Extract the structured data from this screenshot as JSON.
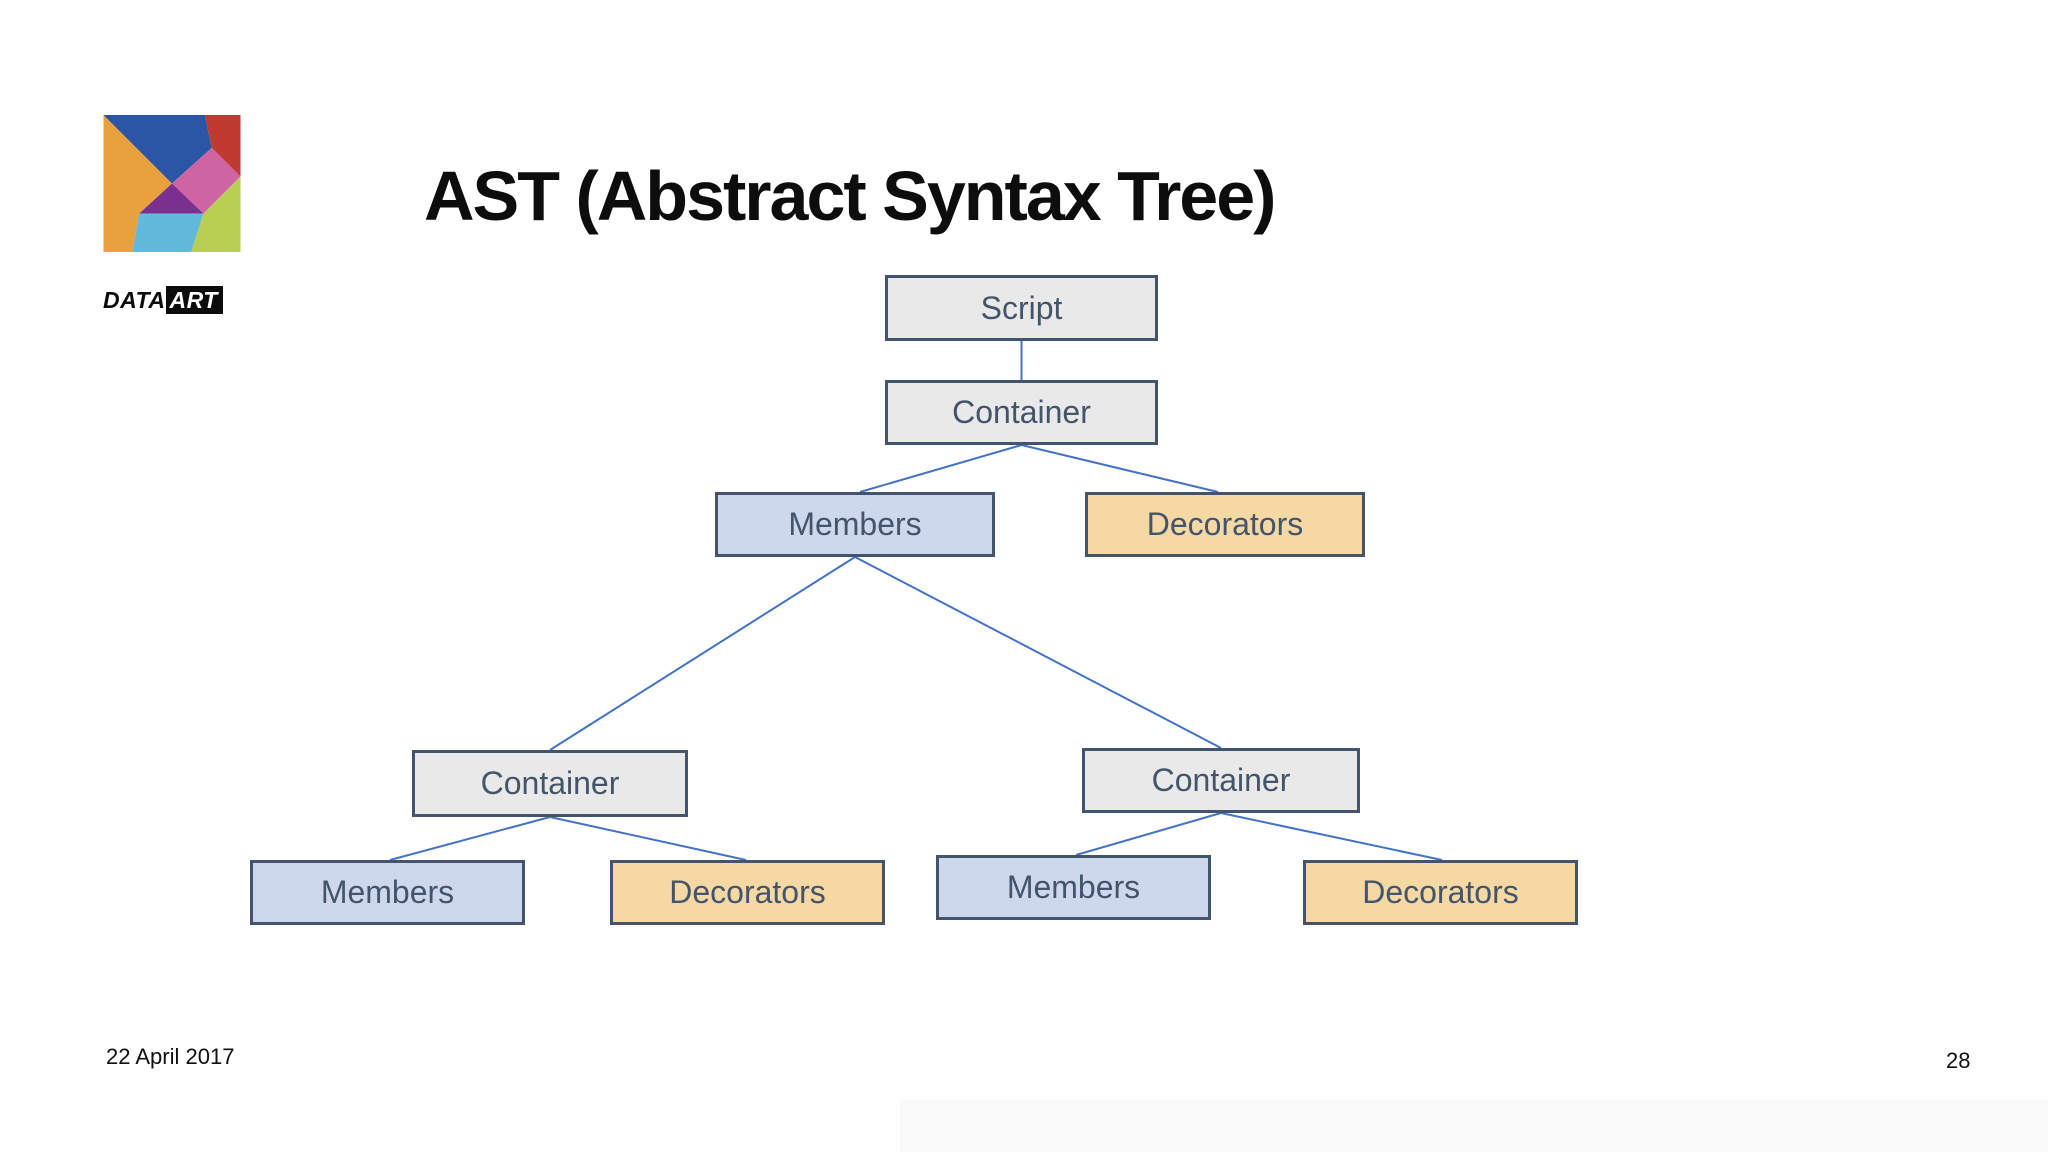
{
  "header": {
    "title": "AST (Abstract Syntax Tree)"
  },
  "logo": {
    "brand_first": "DATA",
    "brand_second": "ART",
    "piece_colors": {
      "orange": "#e9a13e",
      "blue": "#2a56a5",
      "red": "#bf3a31",
      "pink": "#cf64a5",
      "purple": "#7b2f8e",
      "lightblue": "#63b9dc",
      "green": "#b8cf52"
    }
  },
  "diagram": {
    "nodes": {
      "script": "Script",
      "container_top": "Container",
      "members_l2": "Members",
      "decorators_l2": "Decorators",
      "container_left": "Container",
      "container_right": "Container",
      "members_bl": "Members",
      "decorators_bl": "Decorators",
      "members_br": "Members",
      "decorators_br": "Decorators"
    }
  },
  "footer": {
    "date": "22 April 2017",
    "page_number": "28"
  },
  "colors": {
    "node_border": "#44546a",
    "node_text": "#44546a",
    "node_fill_gray": "#e9e9e9",
    "node_fill_blue": "#cdd8ec",
    "node_fill_orange": "#f5d8a3",
    "connector": "#4472c4",
    "title_text": "#0d0d0d"
  }
}
